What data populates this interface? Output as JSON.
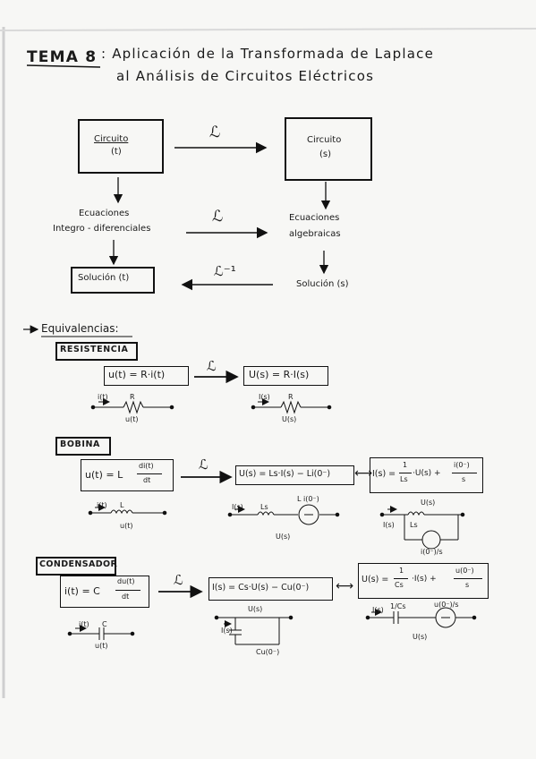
{
  "title": {
    "tema": "TEMA 8",
    "line1": ": Aplicación de la Transformada de Laplace",
    "line2": "al Análisis de Circuitos Eléctricos"
  },
  "diagram": {
    "circ_t_line1": "Circuito",
    "circ_t_line2": "(t)",
    "circ_s_line1": "Circuito",
    "circ_s_line2": "(s)",
    "L": "ℒ",
    "L_inv": "ℒ⁻¹",
    "eq_int_line1": "Ecuaciones",
    "eq_int_line2": "Integro - diferenciales",
    "eq_alg_line1": "Ecuaciones",
    "eq_alg_line2": "algebraicas",
    "sol_t": "Solución (t)",
    "sol_s": "Solución (s)"
  },
  "equivalencias": {
    "heading": "Equivalencias:",
    "resistencia": {
      "label": "RESISTENCIA",
      "eq_t": "u(t) = R·i(t)",
      "eq_s": "U(s) = R·I(s)",
      "L": "ℒ",
      "c_it": "i(t)",
      "c_R": "R",
      "c_ut": "u(t)",
      "c_Is": "I(s)",
      "c_Rs": "R",
      "c_Us": "U(s)"
    },
    "bobina": {
      "label": "BOBINA",
      "eq_t_left": "u(t) = L",
      "eq_t_num": "di(t)",
      "eq_t_den": "dt",
      "eq_s": "U(s) = Ls·I(s) − Li(0⁻)",
      "eq_i_left": "I(s) =",
      "eq_i_num1": "1",
      "eq_i_den1": "Ls",
      "eq_i_mid": "·U(s) +",
      "eq_i_num2": "i(0⁻)",
      "eq_i_den2": "s",
      "L": "ℒ",
      "arrow": "⟷",
      "c1_it": "i(t)",
      "c1_L": "L",
      "c1_ut": "u(t)",
      "c2_Is": "I(s)",
      "c2_Ls": "Ls",
      "c2_Li0": "L i(0⁻)",
      "c2_Us": "U(s)",
      "c3_Us": "U(s)",
      "c3_Is": "I(s)",
      "c3_Ls": "Ls",
      "c3_i0s": "i(0⁻)/s"
    },
    "condensador": {
      "label": "CONDENSADOR",
      "eq_t_left": "i(t) = C",
      "eq_t_num": "du(t)",
      "eq_t_den": "dt",
      "eq_s": "I(s) = Cs·U(s) − Cu(0⁻)",
      "eq_u_left": "U(s) =",
      "eq_u_num1": "1",
      "eq_u_den1": "Cs",
      "eq_u_mid": "·I(s) +",
      "eq_u_num2": "u(0⁻)",
      "eq_u_den2": "s",
      "L": "ℒ",
      "arrow": "⟷",
      "c1_it": "i(t)",
      "c1_C": "C",
      "c1_ut": "u(t)",
      "c2_Us": "U(s)",
      "c2_Is": "I(s)",
      "c2_Cu0": "Cu(0⁻)",
      "c3_Is": "I(s)",
      "c3_1Cs": "1/Cs",
      "c3_u0s": "u(0⁻)/s",
      "c3_Us": "U(s)"
    }
  }
}
